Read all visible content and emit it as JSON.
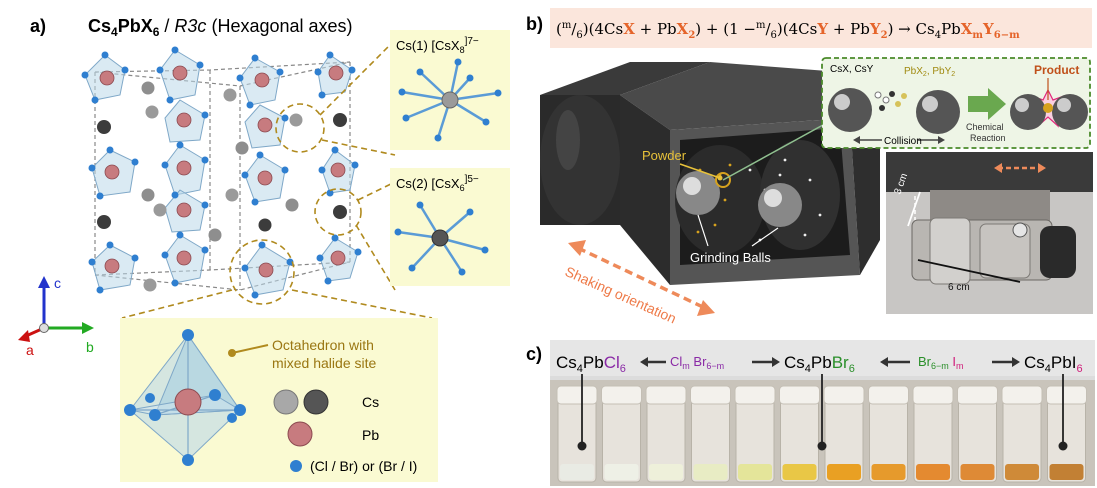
{
  "panel_a": {
    "label": "a)",
    "title_formula": "Cs",
    "title_sub1": "4",
    "title_mid": "PbX",
    "title_sub2": "6",
    "title_space": "R3c",
    "title_axes": "(Hexagonal axes)",
    "site1": {
      "name": "Cs(1)",
      "formula": "[CsX",
      "sub": "8",
      "charge": "]7−"
    },
    "site2": {
      "name": "Cs(2)",
      "formula": "[CsX",
      "sub": "6",
      "charge": "]5−"
    },
    "axes": {
      "c": "c",
      "a": "a",
      "b": "b"
    },
    "inset": {
      "octa_label_1": "Octahedron with",
      "octa_label_2": "mixed halide site",
      "legend_cs": "Cs",
      "legend_pb": "Pb",
      "legend_x": "(Cl / Br) or (Br / I)"
    }
  },
  "panel_b": {
    "label": "b)",
    "equation": {
      "t1": "(",
      "m1": "m",
      "slash1": "/",
      "six1": "6",
      "t2": ")(4Cs",
      "x1": "X",
      "t3": " + Pb",
      "x2": "X",
      "sub2a": "2",
      "t4": ") + (1 −",
      "m2": "m",
      "slash2": "/",
      "six2": "6",
      "t5": ")(4Cs",
      "y1": "Y",
      "t6": " + Pb",
      "y2": "Y",
      "sub2b": "2",
      "t7": ") → Cs",
      "sub4": "4",
      "t8": "Pb",
      "xm": "X",
      "subm": "m",
      "ym": "Y",
      "sub6m": "6−m"
    },
    "powder": "Powder",
    "grinding_balls": "Grinding Balls",
    "shaking": "Shaking orientation",
    "cm3": "3 cm",
    "cm6": "6 cm",
    "reaction": {
      "csx": "CsX, CsY",
      "pbx": "PbX",
      "pbx_sub": "2",
      "pby": ", PbY",
      "pby_sub": "2",
      "product": "Product",
      "collision": "Collision",
      "chem1": "Chemical",
      "chem2": "Reaction"
    }
  },
  "panel_c": {
    "label": "c)",
    "cl": {
      "cs": "Cs",
      "s4": "4",
      "pb": "Pb",
      "x": "Cl",
      "s6": "6"
    },
    "br": {
      "cs": "Cs",
      "s4": "4",
      "pb": "Pb",
      "x": "Br",
      "s6": "6"
    },
    "i": {
      "cs": "Cs",
      "s4": "4",
      "pb": "PbI",
      "s6": "6"
    },
    "mix1": {
      "a": "Cl",
      "am": "m",
      "b": " Br",
      "bsub": "6−m"
    },
    "mix2": {
      "a": "Br",
      "asub": "6−m",
      "b": " I",
      "bm": "m"
    },
    "vial_colors": [
      "#e9ebe4",
      "#eef0e6",
      "#eef0da",
      "#e8ecc4",
      "#e4e59a",
      "#e9c746",
      "#e9a023",
      "#e69a2c",
      "#e48a30",
      "#de8a36",
      "#cf8a38",
      "#c28034"
    ],
    "colors": {
      "cl": "#8a2aa6",
      "br": "#2a8f2a",
      "i": "#d01c7a",
      "accent": "#e5642a"
    }
  }
}
